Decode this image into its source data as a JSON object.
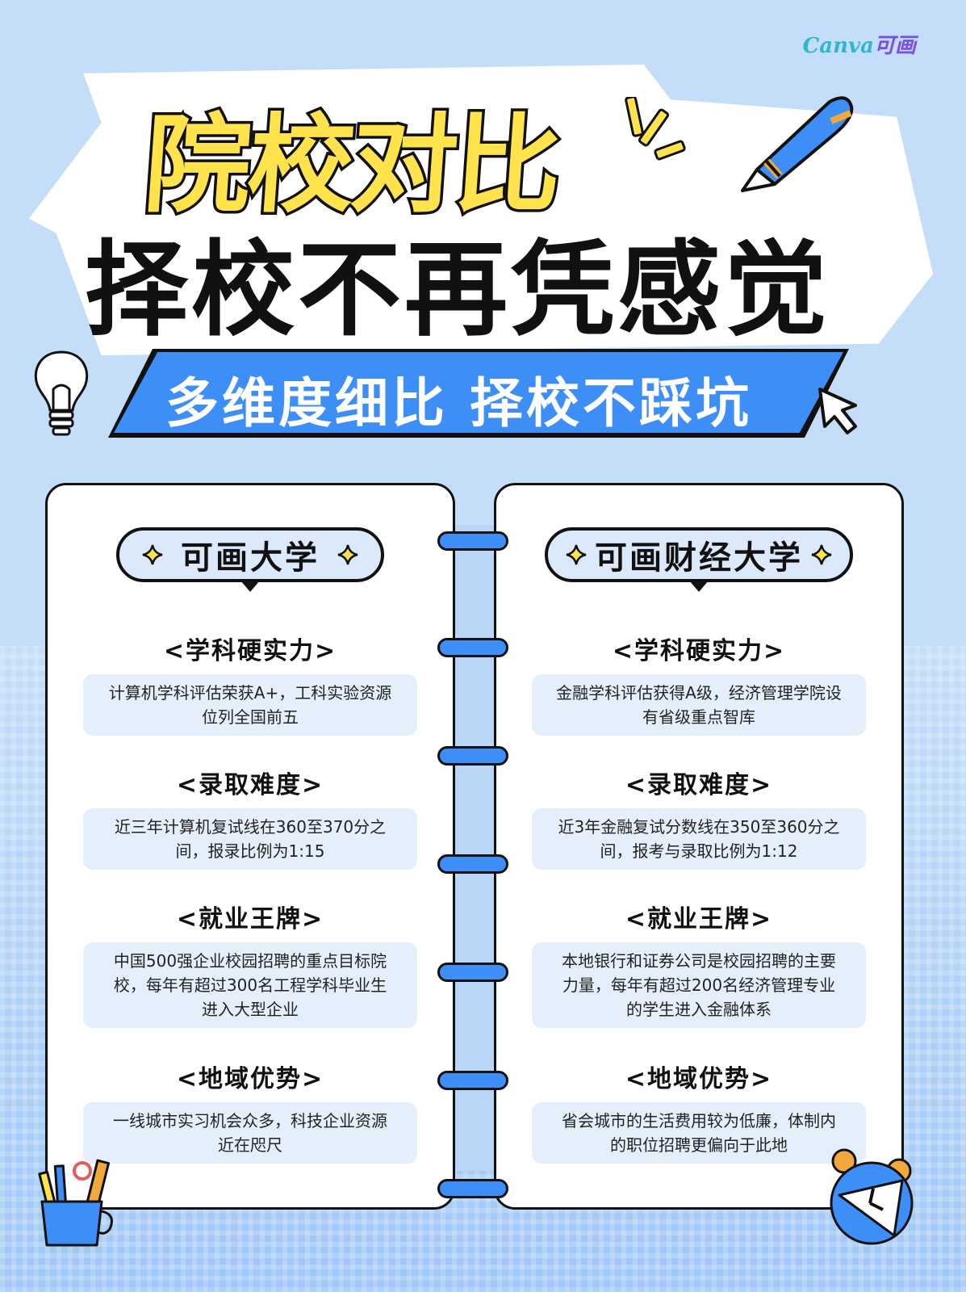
{
  "brand": {
    "canva": "Canva",
    "cn": "可画"
  },
  "header": {
    "title_line1": "院校对比",
    "title_line2": "择校不再凭感觉",
    "banner": "多维度细比 择校不踩坑"
  },
  "colors": {
    "accent_blue": "#3e8ef7",
    "title_yellow": "#ffe34d",
    "background": "#c4ddf8"
  },
  "left_school": {
    "name": "可画大学",
    "sections": [
      {
        "title": "<学科硬实力>",
        "text": "计算机学科评估荣获A+，工科实验资源位列全国前五"
      },
      {
        "title": "<录取难度>",
        "text": "近三年计算机复试线在360至370分之间，报录比例为1:15"
      },
      {
        "title": "<就业王牌>",
        "text": "中国500强企业校园招聘的重点目标院校，每年有超过300名工程学科毕业生进入大型企业"
      },
      {
        "title": "<地域优势>",
        "text": "一线城市实习机会众多，科技企业资源近在咫尺"
      }
    ]
  },
  "right_school": {
    "name": "可画财经大学",
    "sections": [
      {
        "title": "<学科硬实力>",
        "text": "金融学科评估获得A级，经济管理学院设有省级重点智库"
      },
      {
        "title": "<录取难度>",
        "text": "近3年金融复试分数线在350至360分之间，报考与录取比例为1:12"
      },
      {
        "title": "<就业王牌>",
        "text": "本地银行和证券公司是校园招聘的主要力量，每年有超过200名经济管理专业的学生进入金融体系"
      },
      {
        "title": "<地域优势>",
        "text": "省会城市的生活费用较为低廉，体制内的职位招聘更偏向于此地"
      }
    ]
  }
}
